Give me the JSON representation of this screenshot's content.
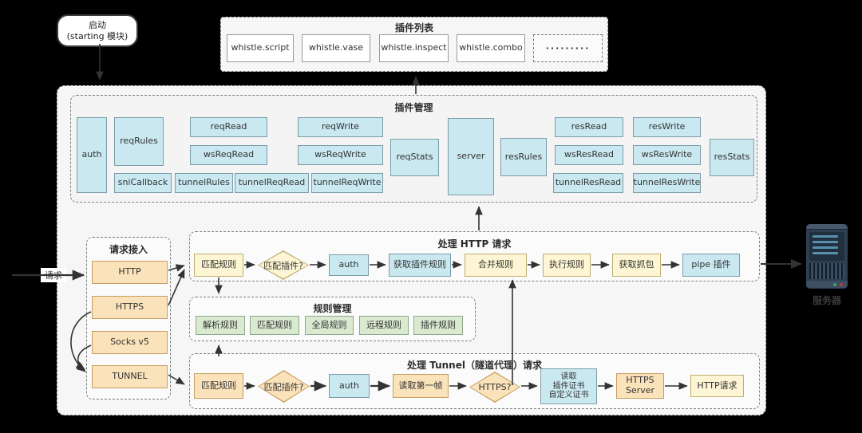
{
  "colors": {
    "background": "#000000",
    "panel_bg": "#f6f6f6",
    "blue_fill": "#c9e8f0",
    "blue_border": "#7c9da8",
    "yellow_fill": "#fdf5d3",
    "yellow_border": "#bdae6e",
    "orange_fill": "#fae2ba",
    "orange_border": "#c79e62",
    "green_fill": "#d9ead1",
    "green_border": "#8fa989",
    "arrow": "#333333",
    "server_body": "#2e3f52"
  },
  "start_node": {
    "title": "启动",
    "subtitle": "(starting 模块)"
  },
  "incoming_label": "请求",
  "plugin_list": {
    "title": "插件列表",
    "items": [
      "whistle.script",
      "whistle.vase",
      "whistle.inspect",
      "whistle.combo"
    ],
    "more": "·········"
  },
  "plugin_manager": {
    "title": "插件管理",
    "blocks": [
      "auth",
      "reqRules",
      "reqRead",
      "wsReqRead",
      "reqWrite",
      "wsReqWrite",
      "sniCallback",
      "tunnelRules",
      "tunnelReqRead",
      "tunnelReqWrite",
      "reqStats",
      "server",
      "resRules",
      "resRead",
      "wsResRead",
      "tunnelResRead",
      "resWrite",
      "wsResWrite",
      "tunnelResWrite",
      "resStats"
    ]
  },
  "request_entry": {
    "title": "请求接入",
    "items": [
      "HTTP",
      "HTTPS",
      "Socks v5",
      "TUNNEL"
    ]
  },
  "http_flow": {
    "title": "处理 HTTP 请求",
    "steps": [
      "匹配规则",
      "匹配插件?",
      "auth",
      "获取插件规则",
      "合并规则",
      "执行规则",
      "获取抓包",
      "pipe 插件"
    ]
  },
  "rule_manager": {
    "title": "规则管理",
    "items": [
      "解析规则",
      "匹配规则",
      "全局规则",
      "远程规则",
      "插件规则"
    ]
  },
  "tunnel_flow": {
    "title": "处理 Tunnel（隧道代理）请求",
    "steps": [
      "匹配规则",
      "匹配插件?",
      "auth",
      "读取第一帧",
      "HTTPS?",
      "读取\n插件证书\n自定义证书",
      "HTTPS\nServer",
      "HTTP请求"
    ]
  },
  "target_server_label": "服务器"
}
